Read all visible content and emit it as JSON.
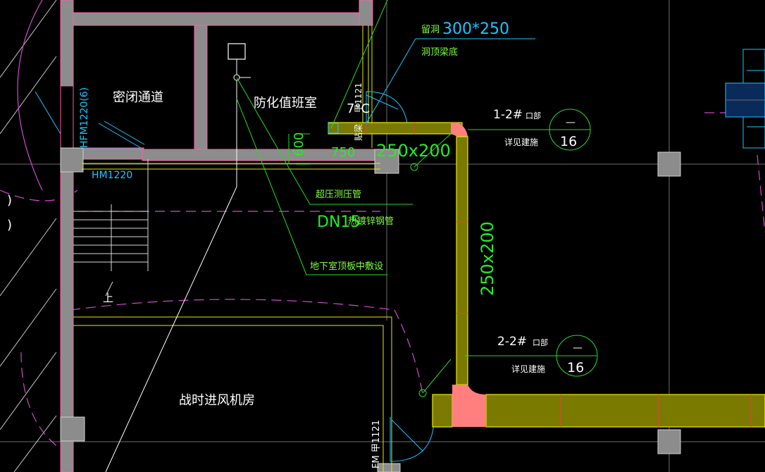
{
  "colors": {
    "background": "#000000",
    "wall": "#8c8c8c",
    "wall_edge": "#ff5ea8",
    "duct_fill": "#7a7a00",
    "duct_edge": "#e8e800",
    "duct_outline": "#ffff00",
    "elbow": "#ff7f7f",
    "leader_green": "#22dd22",
    "leader_cyan": "#19c6ff",
    "text_white": "#ffffff",
    "text_green": "#22ee22",
    "magenta_dash": "#d04ad0",
    "grid": "#6e6e6e",
    "column": "#8c8c8c"
  },
  "rooms": {
    "airtight_passage": "密闭通道",
    "duty_room": "防化值班室",
    "fan_room": "战时进风机房"
  },
  "doors": {
    "hfm_vertical": "HFM1220(6)",
    "hm": "HM1220",
    "fm_vertical": "FM 甲1121",
    "misc_vertical": "甲1121",
    "small_mark": "上"
  },
  "dims": {
    "d600": "600",
    "d750": "750",
    "dn15": "DN15",
    "duct_h": "250x200",
    "duct_v": "250x200",
    "hole_size": "300*250",
    "temp_mark": "7°C"
  },
  "notes": {
    "hole_label": "留洞",
    "beam_bottom": "洞顶梁底",
    "over_pressure": "超压测压管",
    "galvanized": "热镀锌钢管",
    "floor_embed": "地下室顶板中敷设",
    "vert_note": "贴梁"
  },
  "sections": {
    "s1": {
      "title": "1-2#",
      "suffix": "口部",
      "subtitle": "详见建施",
      "circle_top": "—",
      "circle_bottom": "16"
    },
    "s2": {
      "title": "2-2#",
      "suffix": "口部",
      "subtitle": "详见建施",
      "circle_top": "—",
      "circle_bottom": "16"
    }
  }
}
